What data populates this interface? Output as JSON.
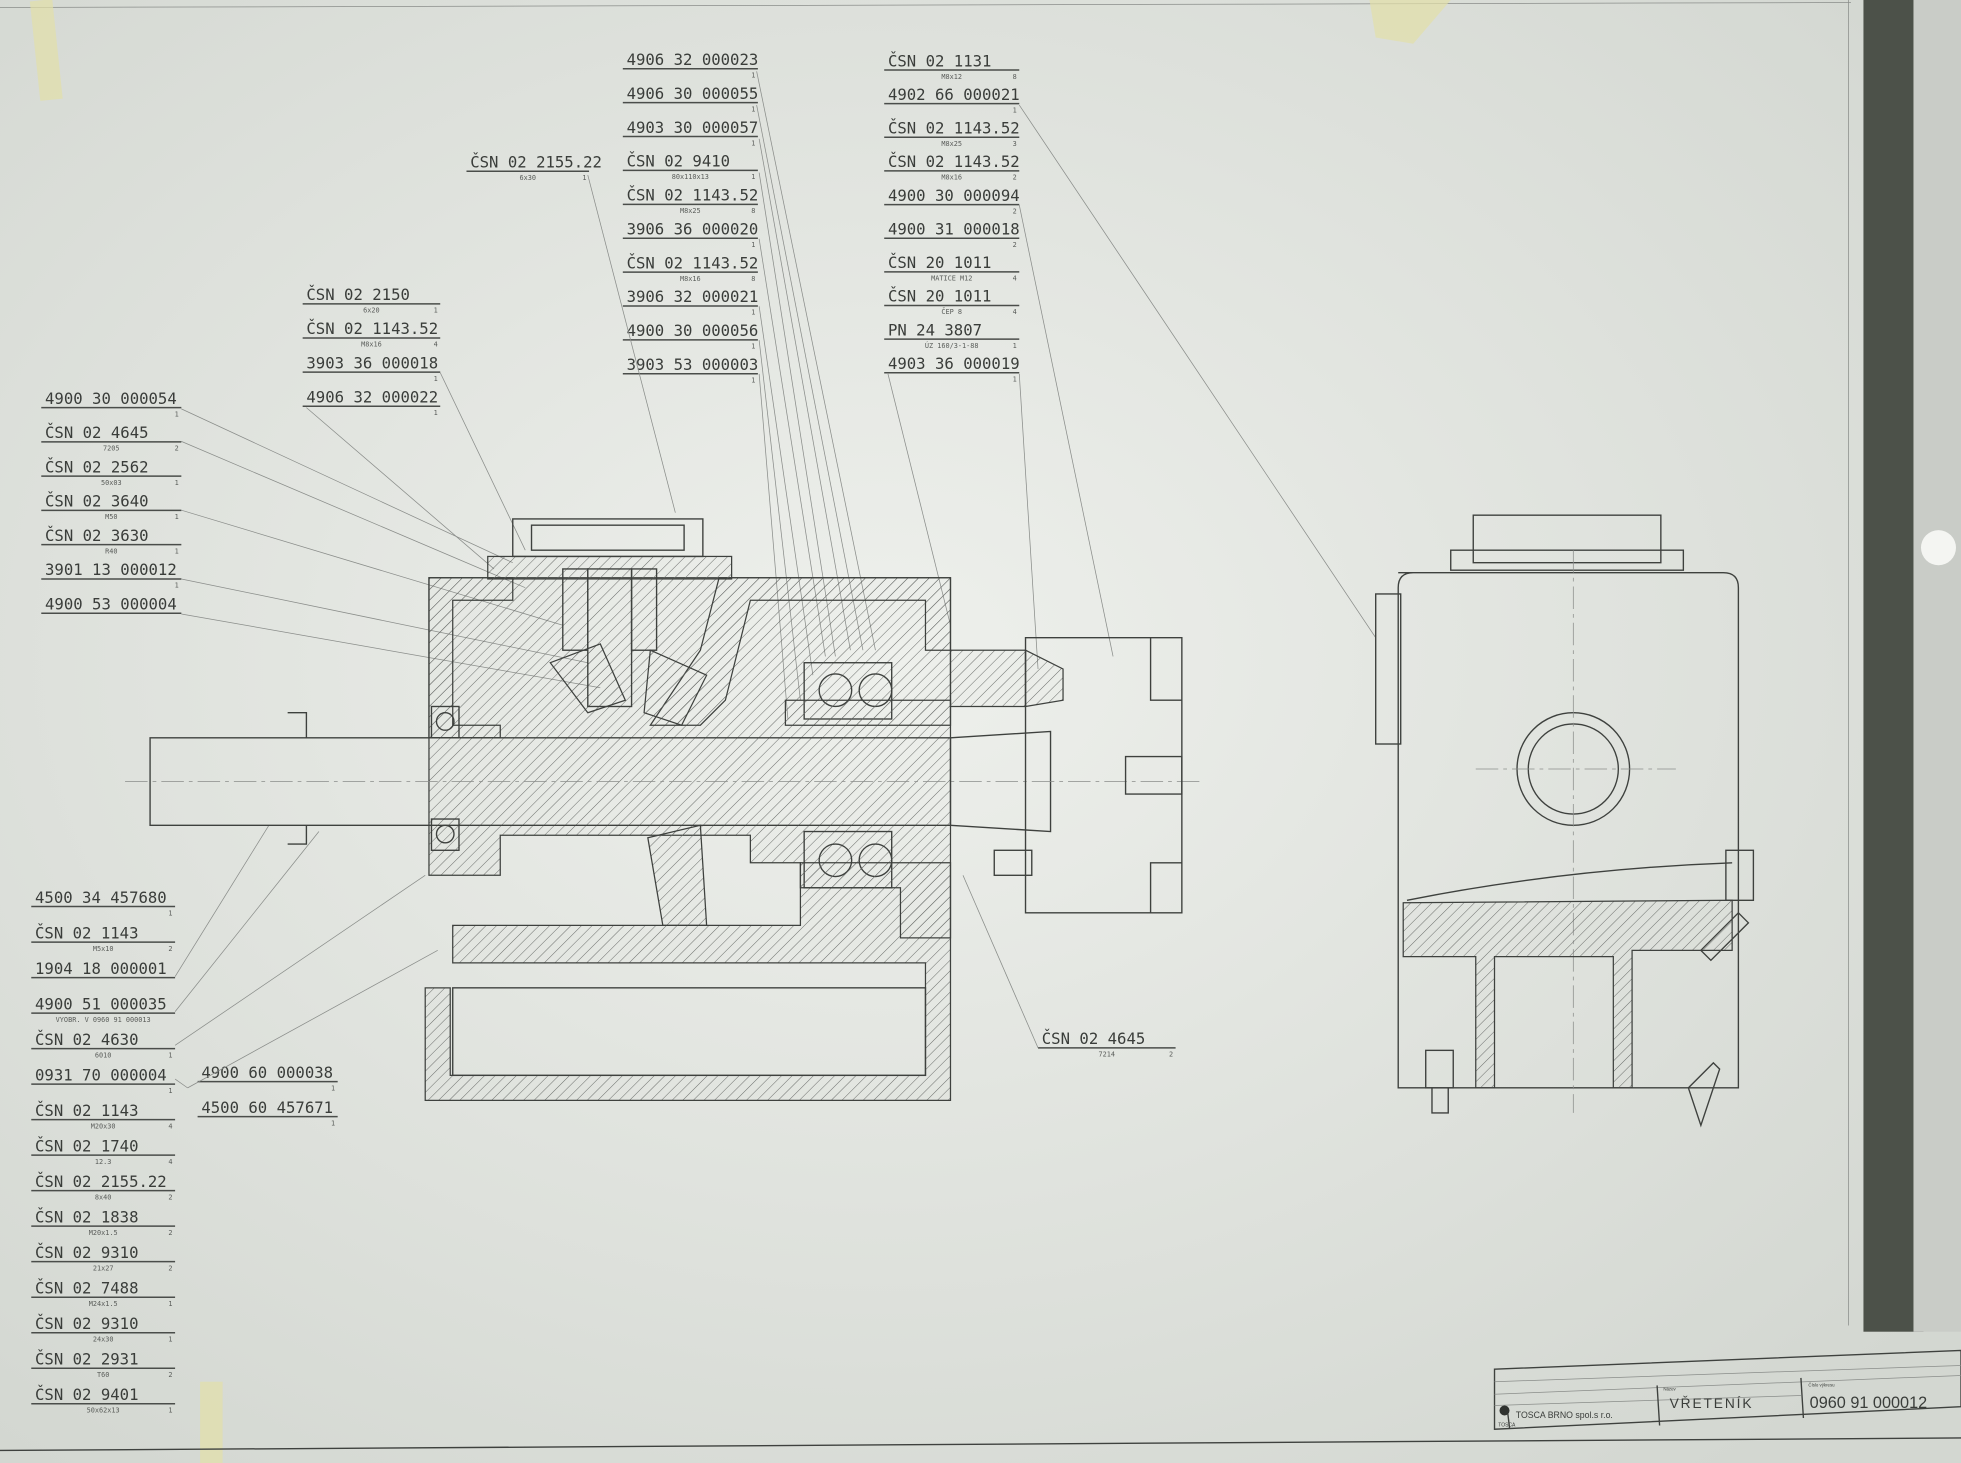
{
  "column_a": [
    {
      "main": "4906 32 000023",
      "sub": "",
      "qty": "1"
    },
    {
      "main": "4906 30 000055",
      "sub": "",
      "qty": "1"
    },
    {
      "main": "4903 30 000057",
      "sub": "",
      "qty": "1"
    },
    {
      "main": "ČSN  02 9410",
      "sub": "80x110x13",
      "qty": "1"
    },
    {
      "main": "ČSN  02 1143.52",
      "sub": "M8x25",
      "qty": "8"
    },
    {
      "main": "3906 36 000020",
      "sub": "",
      "qty": "1"
    },
    {
      "main": "ČSN  02 1143.52",
      "sub": "M8x16",
      "qty": "8"
    },
    {
      "main": "3906 32 000021",
      "sub": "",
      "qty": "1"
    },
    {
      "main": "4900 30 000056",
      "sub": "",
      "qty": "1"
    },
    {
      "main": "3903 53 000003",
      "sub": "",
      "qty": "1"
    }
  ],
  "column_b": [
    {
      "main": "ČSN  02 1131",
      "sub": "M8x12",
      "qty": "8"
    },
    {
      "main": "4902 66 000021",
      "sub": "",
      "qty": "1"
    },
    {
      "main": "ČSN  02 1143.52",
      "sub": "M8x25",
      "qty": "3"
    },
    {
      "main": "ČSN  02 1143.52",
      "sub": "M8x16",
      "qty": "2"
    },
    {
      "main": "4900 30 000094",
      "sub": "",
      "qty": "2"
    },
    {
      "main": "4900 31 000018",
      "sub": "",
      "qty": "2"
    },
    {
      "main": "ČSN  20 1011",
      "sub": "MATICE M12",
      "qty": "4"
    },
    {
      "main": "ČSN  20 1011",
      "sub": "ČEP 8",
      "qty": "4"
    },
    {
      "main": "PN 24 3807",
      "sub": "ÚZ 160/3-1-88",
      "qty": "1"
    },
    {
      "main": "4903 36 000019",
      "sub": "",
      "qty": "1"
    }
  ],
  "single_top": [
    {
      "main": "ČSN  02 2155.22",
      "sub": "6x30",
      "qty": "1"
    }
  ],
  "column_c": [
    {
      "main": "ČSN  02 2150",
      "sub": "6x20",
      "qty": "1"
    },
    {
      "main": "ČSN  02 1143.52",
      "sub": "M8x16",
      "qty": "4"
    },
    {
      "main": "3903 36 000018",
      "sub": "",
      "qty": "1"
    },
    {
      "main": "4906 32 000022",
      "sub": "",
      "qty": "1"
    }
  ],
  "column_d": [
    {
      "main": "4900 30 000054",
      "sub": "",
      "qty": "1"
    },
    {
      "main": "ČSN  02 4645",
      "sub": "7205",
      "qty": "2"
    },
    {
      "main": "ČSN  02 2562",
      "sub": "50x03",
      "qty": "1"
    },
    {
      "main": "ČSN  02 3640",
      "sub": "M50",
      "qty": "1"
    },
    {
      "main": "ČSN  02 3630",
      "sub": "R40",
      "qty": "1"
    },
    {
      "main": "3901 13 000012",
      "sub": "",
      "qty": "1"
    },
    {
      "main": "4900 53 000004",
      "sub": "",
      "qty": ""
    }
  ],
  "column_e": [
    {
      "main": "4500 34 457680",
      "sub": "",
      "qty": "1"
    },
    {
      "main": "ČSN  02 1143",
      "sub": "M5x10",
      "qty": "2"
    },
    {
      "main": "1904 18 000001",
      "sub": "",
      "qty": ""
    },
    {
      "main": "4900 51 000035",
      "sub": "VYOBR. V 0960 91 000013",
      "qty": ""
    },
    {
      "main": "ČSN  02 4630",
      "sub": "6010",
      "qty": "1"
    },
    {
      "main": "0931 70 000004",
      "sub": "",
      "qty": "1"
    },
    {
      "main": "ČSN  02 1143",
      "sub": "M20x30",
      "qty": "4"
    },
    {
      "main": "ČSN  02 1740",
      "sub": "12.3",
      "qty": "4"
    },
    {
      "main": "ČSN  02 2155.22",
      "sub": "8x40",
      "qty": "2"
    },
    {
      "main": "ČSN  02 1838",
      "sub": "M20x1.5",
      "qty": "2"
    },
    {
      "main": "ČSN  02 9310",
      "sub": "21x27",
      "qty": "2"
    },
    {
      "main": "ČSN  02 7488",
      "sub": "M24x1.5",
      "qty": "1"
    },
    {
      "main": "ČSN  02 9310",
      "sub": "24x30",
      "qty": "1"
    },
    {
      "main": "ČSN  02 2931",
      "sub": "T60",
      "qty": "2"
    },
    {
      "main": "ČSN  02 9401",
      "sub": "50x62x13",
      "qty": "1"
    }
  ],
  "column_f": [
    {
      "main": "4900 60 000038",
      "sub": "",
      "qty": "1"
    },
    {
      "main": "4500 60 457671",
      "sub": "",
      "qty": "1"
    }
  ],
  "single_bottom": [
    {
      "main": "ČSN  02 4645",
      "sub": "7214",
      "qty": "2"
    }
  ],
  "title_block": {
    "company": "TOSCA BRNO spol.s r.o.",
    "logo_text": "TOSCA",
    "name_label": "Název",
    "drawing_name": "VŘETENÍK",
    "number_label": "Číslo výkresu",
    "drawing_number": "0960 91 000012"
  }
}
